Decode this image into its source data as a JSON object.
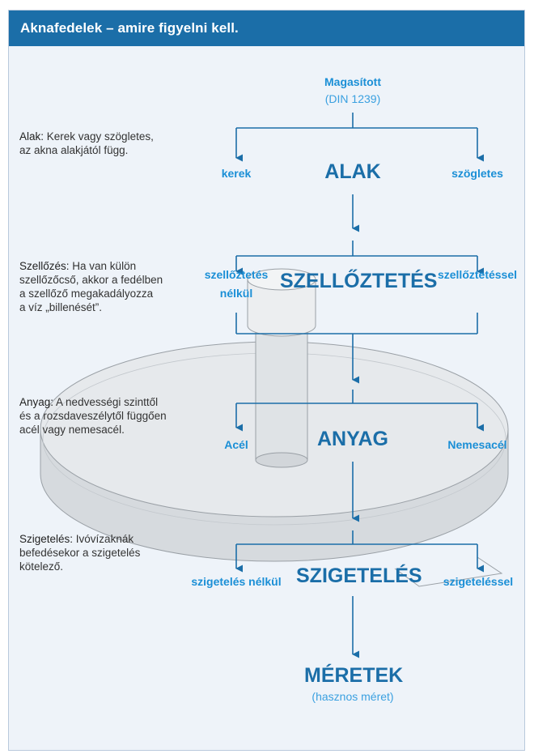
{
  "header": {
    "title": "Aknafedelek – amire figyelni kell."
  },
  "notes": {
    "alak": {
      "label": "Alak:",
      "text": " Kerek vagy szögletes,\naz akna alakjától függ."
    },
    "szellozes": {
      "label": "Szellőzés:",
      "text": " Ha van külön\nszellőzőcső, akkor a fedélben\na szellőző megakadályozza\na víz „billenését”."
    },
    "anyag": {
      "label": "Anyag:",
      "text": " A nedvességi szinttől\nés a rozsdaveszélytől függően\nacél vagy nemesacél."
    },
    "szigeteles": {
      "label": "Szigetelés:",
      "text": " Ivóvízaknák\nbefedésekor a szigetelés\nkötelező."
    }
  },
  "diagram": {
    "top": {
      "title": "Magasított",
      "subtitle": "(DIN 1239)"
    },
    "levels": [
      {
        "center": "ALAK",
        "left": "kerek",
        "right": "szögletes"
      },
      {
        "center": "SZELLŐZTETÉS",
        "left_line1": "szellőztetés",
        "left_line2": "nélkül",
        "right": "szellőztetéssel"
      },
      {
        "center": "ANYAG",
        "left": "Acél",
        "right": "Nemesacél"
      },
      {
        "center": "SZIGETELÉS",
        "left": "szigetelés nélkül",
        "right": "szigeteléssel"
      }
    ],
    "bottom": {
      "title": "MÉRETEK",
      "subtitle": "(hasznos méret)"
    }
  },
  "colors": {
    "header": "#1b6ea8",
    "accent": "#1b8fd6",
    "line": "#1b6ea8",
    "panel": "#eef3f9"
  }
}
